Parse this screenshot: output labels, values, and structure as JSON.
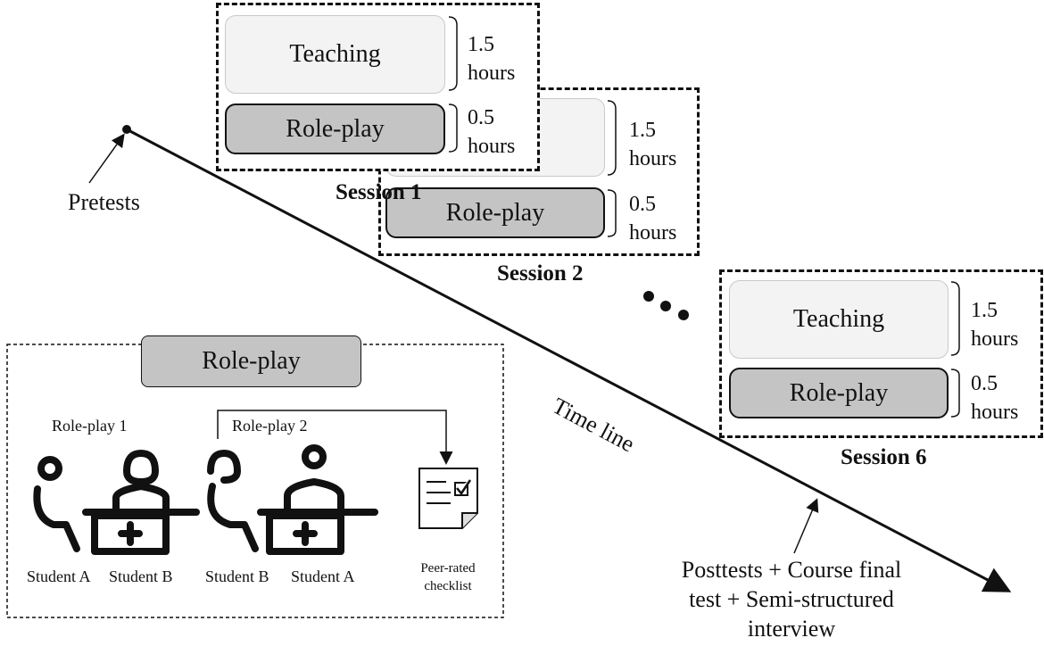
{
  "sessions": [
    {
      "label": "Session 1",
      "teaching": "Teaching",
      "teaching_duration": [
        "1.5",
        "hours"
      ],
      "roleplay": "Role-play",
      "roleplay_duration": [
        "0.5",
        "hours"
      ]
    },
    {
      "label": "Session 2",
      "teaching": "",
      "teaching_duration": [
        "1.5",
        "hours"
      ],
      "roleplay": "Role-play",
      "roleplay_duration": [
        "0.5",
        "hours"
      ]
    },
    {
      "label": "Session 6",
      "teaching": "Teaching",
      "teaching_duration": [
        "1.5",
        "hours"
      ],
      "roleplay": "Role-play",
      "roleplay_duration": [
        "0.5",
        "hours"
      ]
    }
  ],
  "timeline": {
    "start_label": "Pretests",
    "axis_label": "Time line",
    "end_label": [
      "Posttests + Course final",
      "test + Semi-structured",
      "interview"
    ]
  },
  "roleplay_panel": {
    "title": "Role-play",
    "roleplay1": "Role-play 1",
    "roleplay2": "Role-play 2",
    "students": [
      "Student A",
      "Student B",
      "Student B",
      "Student A"
    ],
    "checklist": [
      "Peer-rated",
      "checklist"
    ]
  },
  "icons": [
    "person-seated-icon",
    "person-desk-icon",
    "checklist-icon"
  ]
}
